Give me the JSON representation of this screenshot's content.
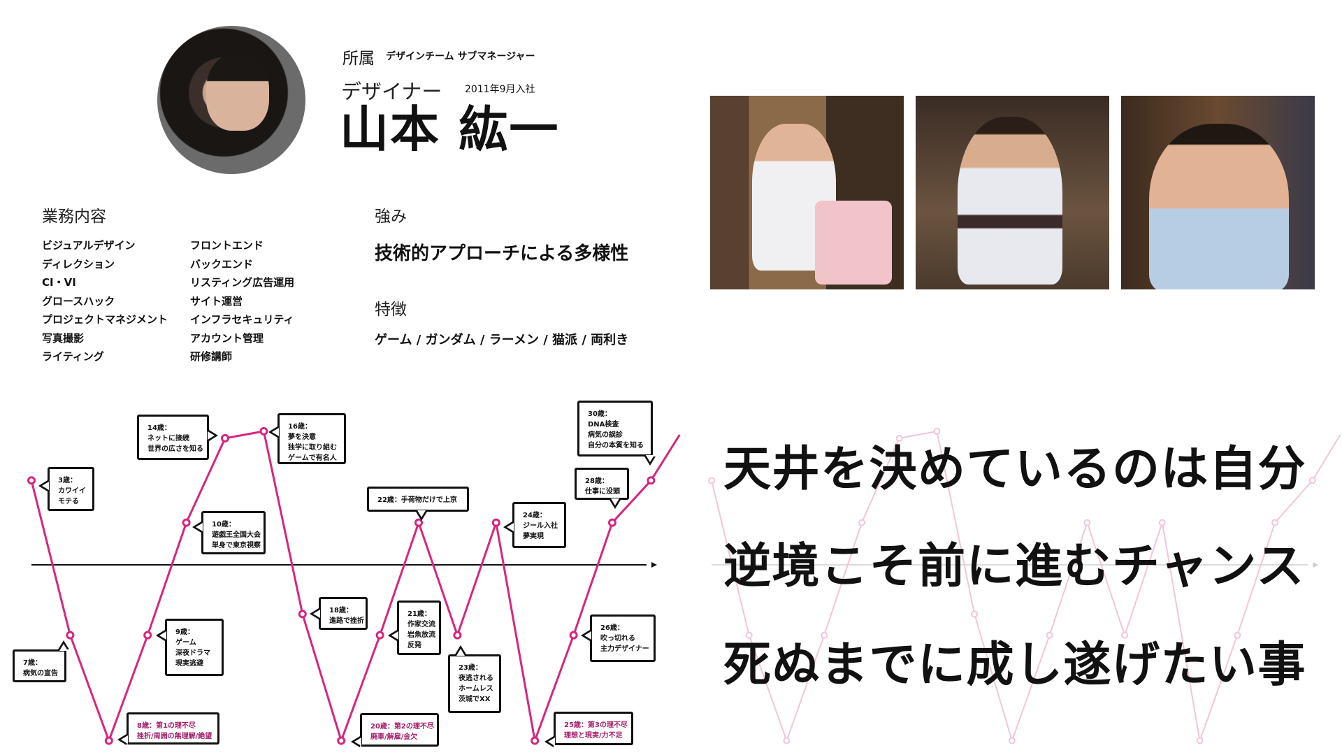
{
  "profile": {
    "affiliation_label": "所属",
    "team": "デザインチーム サブマネージャー",
    "role": "デザイナー",
    "joined": "2011年9月入社",
    "name": "山本 紘一"
  },
  "duties": {
    "heading": "業務内容",
    "col1": [
      "ビジュアルデザイン",
      "ディレクション",
      "CI・VI",
      "グロースハック",
      "プロジェクトマネジメント",
      "写真撮影",
      "ライティング"
    ],
    "col2": [
      "フロントエンド",
      "バックエンド",
      "リスティング広告運用",
      "サイト運営",
      "インフラセキュリティ",
      "アカウント管理",
      "研修講師"
    ]
  },
  "strengths": {
    "heading": "強み",
    "text": "技術的アプローチによる多様性"
  },
  "traits": {
    "heading": "特徴",
    "text": "ゲーム / ガンダム / ラーメン / 猫派 / 両利き"
  },
  "quotes": [
    "天井を決めているのは自分",
    "逆境こそ前に進むチャンス",
    "死ぬまでに成し遂げたい事"
  ],
  "colors": {
    "line": "#d6267f",
    "hardship_text": "#a3206a",
    "faint_line": "#f2c4dc"
  },
  "chart_data": {
    "type": "line",
    "title": "",
    "xlabel": "",
    "ylabel": "",
    "ylim": [
      -25,
      20
    ],
    "baseline": 0,
    "points": [
      {
        "age": 3,
        "value": 12,
        "text": "3歳：\nカワイイ\nモテる"
      },
      {
        "age": 7,
        "value": -10,
        "text": "7歳：\n病気の宣告"
      },
      {
        "age": 8,
        "value": -25,
        "text": "8歳：第1の理不尽\n挫折/周囲の無理解/絶望",
        "hardship": true
      },
      {
        "age": 9,
        "value": -10,
        "text": "9歳：\nゲーム\n深夜ドラマ\n現実逃避"
      },
      {
        "age": 10,
        "value": 6,
        "text": "10歳：\n遊戯王全国大会\n単身で東京視察"
      },
      {
        "age": 14,
        "value": 18,
        "text": "14歳：\nネットに接続\n世界の広さを知る"
      },
      {
        "age": 16,
        "value": 19,
        "text": "16歳：\n夢を決意\n独学に取り組む\nゲームで有名人"
      },
      {
        "age": 18,
        "value": -7,
        "text": "18歳：\n進路で挫折"
      },
      {
        "age": 20,
        "value": -25,
        "text": "20歳：第2の理不尽\n廃車/解雇/金欠",
        "hardship": true
      },
      {
        "age": 21,
        "value": -10,
        "text": "21歳：\n作家交流\n岩魚放流\n反発"
      },
      {
        "age": 22,
        "value": 6,
        "text": "22歳：手荷物だけで上京"
      },
      {
        "age": 23,
        "value": -10,
        "text": "23歳：\n夜逃される\nホームレス\n茨城でXX"
      },
      {
        "age": 24,
        "value": 6,
        "text": "24歳：\nジール入社\n夢実現"
      },
      {
        "age": 25,
        "value": -25,
        "text": "25歳：第3の理不尽\n理想と現実/力不足",
        "hardship": true
      },
      {
        "age": 26,
        "value": -10,
        "text": "26歳：\n吹っ切れる\n主力デザイナー"
      },
      {
        "age": 28,
        "value": 6,
        "text": "28歳：\n仕事に没頭"
      },
      {
        "age": 30,
        "value": 12,
        "text": "30歳：\nDNA検査\n病気の誤診\n自分の本質を知る"
      }
    ],
    "trend_end_value": 18.5
  }
}
